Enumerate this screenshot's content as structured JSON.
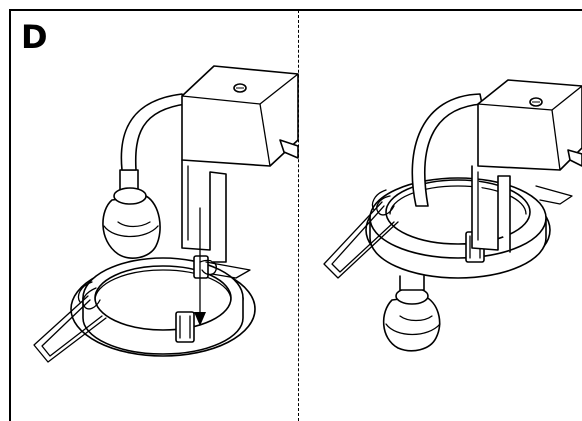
{
  "step": {
    "label": "D"
  },
  "colors": {
    "line": "#000000",
    "background": "#ffffff"
  },
  "panels": [
    {
      "id": "before-insertion",
      "shows": "lamp-holder-above-ring"
    },
    {
      "id": "after-insertion",
      "shows": "lamp-holder-inserted"
    }
  ],
  "icons": [
    "down-arrow-icon",
    "screw-icon"
  ]
}
